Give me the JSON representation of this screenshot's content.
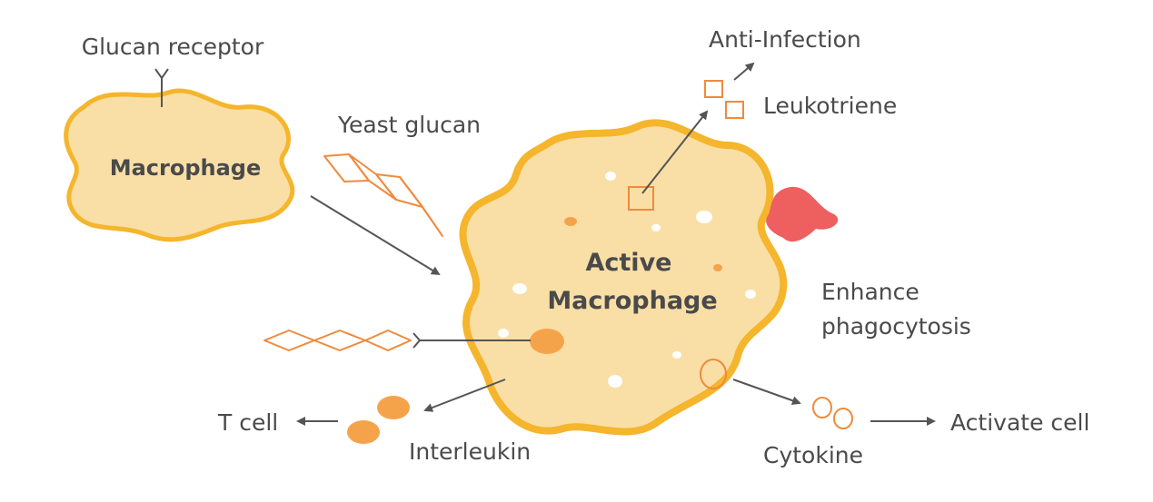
{
  "labels": {
    "glucan_receptor": "Glucan receptor",
    "macrophage": "Macrophage",
    "yeast_glucan": "Yeast glucan",
    "anti_infection": "Anti-Infection",
    "leukotriene": "Leukotriene",
    "active_line1": "Active",
    "active_line2": "Macrophage",
    "enhance_line1": "Enhance",
    "enhance_line2": "phagocytosis",
    "t_cell": "T cell",
    "interleukin": "Interleukin",
    "cytokine": "Cytokine",
    "activate_cell": "Activate cell"
  },
  "colors": {
    "cell_fill": "#f9dfa6",
    "cell_stroke": "#f5b52c",
    "glucan_stroke": "#f08a3c",
    "granule": "#f5a34a",
    "pathogen": "#ee6060",
    "arrow": "#555555",
    "text": "#4a4a4a"
  }
}
